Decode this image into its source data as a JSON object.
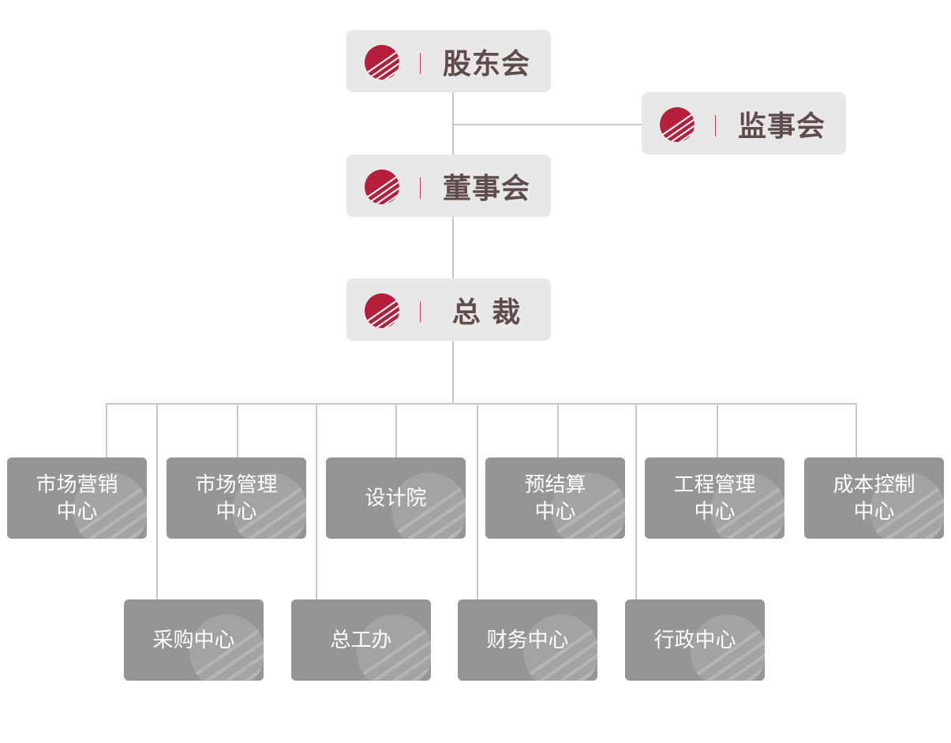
{
  "colors": {
    "brand_red": "#b51f3c",
    "exec_box": "#e8e8e8",
    "exec_text": "#5f4a4e",
    "dept_box": "#959595",
    "dept_text": "#ffffff",
    "connector": "#c8c8c8"
  },
  "icons": {
    "logo": "company-logo-icon"
  },
  "executive": {
    "shareholders": {
      "label": "股东会"
    },
    "supervisors": {
      "label": "监事会"
    },
    "board": {
      "label": "董事会"
    },
    "president": {
      "label": "总 裁"
    }
  },
  "departments": {
    "row1": [
      {
        "label": "市场营销\n中心"
      },
      {
        "label": "市场管理\n中心"
      },
      {
        "label": "设计院"
      },
      {
        "label": "预结算\n中心"
      },
      {
        "label": "工程管理\n中心"
      },
      {
        "label": "成本控制\n中心"
      }
    ],
    "row2": [
      {
        "label": "采购中心"
      },
      {
        "label": "总工办"
      },
      {
        "label": "财务中心"
      },
      {
        "label": "行政中心"
      }
    ]
  }
}
